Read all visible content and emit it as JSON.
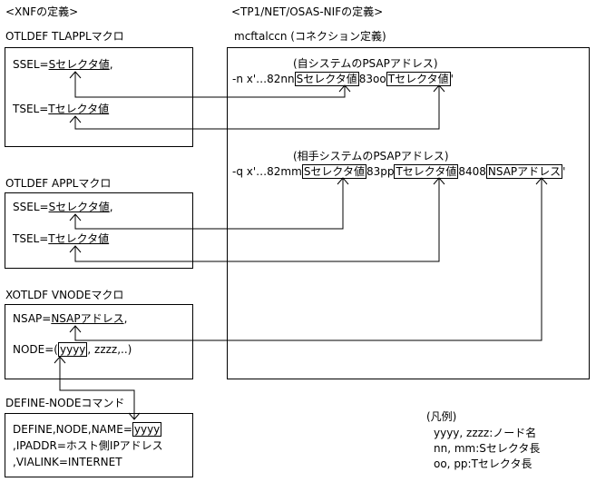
{
  "headers": {
    "xnf": "<XNFの定義>",
    "tp1": "<TP1/NET/OSAS-NIFの定義>"
  },
  "tlappl": {
    "title": "OTLDEF TLAPPLマクロ",
    "ssel_prefix": "SSEL=",
    "ssel_value": "Sセレクタ値",
    "ssel_suffix": ",",
    "tsel_prefix": "TSEL=",
    "tsel_value": "Tセレクタ値"
  },
  "appl": {
    "title": "OTLDEF APPLマクロ",
    "ssel_prefix": "SSEL=",
    "ssel_value": "Sセレクタ値",
    "ssel_suffix": ",",
    "tsel_prefix": "TSEL=",
    "tsel_value": "Tセレクタ値"
  },
  "vnode": {
    "title": "XOTLDF VNODEマクロ",
    "nsap_prefix": "NSAP=",
    "nsap_value": "NSAPアドレス",
    "nsap_suffix": ",",
    "node_prefix": "NODE=(",
    "node_value": "yyyy",
    "node_suffix": ", zzzz,..)"
  },
  "define_node": {
    "title": "DEFINE-NODEコマンド",
    "line1_prefix": "DEFINE,NODE,NAME=",
    "line1_value": "yyyy",
    "line2": ",IPADDR=ホスト側IPアドレス",
    "line3": ",VIALINK=INTERNET"
  },
  "mcftalccn": {
    "title": "mcftalccn (コネクション定義)",
    "own_caption": "(自システムのPSAPアドレス)",
    "own": {
      "prefix": "-n x'…82nn",
      "ssel": "Sセレクタ値",
      "mid": "83oo",
      "tsel": "Tセレクタ値",
      "end": "'"
    },
    "peer_caption": "(相手システムのPSAPアドレス)",
    "peer": {
      "prefix": "-q x'…82mm",
      "ssel": "Sセレクタ値",
      "mid1": "83pp",
      "tsel": "Tセレクタ値",
      "mid2": "8408",
      "nsap": "NSAPアドレス",
      "end": "'"
    }
  },
  "legend": {
    "title": "(凡例)",
    "items": [
      "yyyy, zzzz:ノード名",
      "nn, mm:Sセレクタ長",
      "oo, pp:Tセレクタ長"
    ]
  }
}
